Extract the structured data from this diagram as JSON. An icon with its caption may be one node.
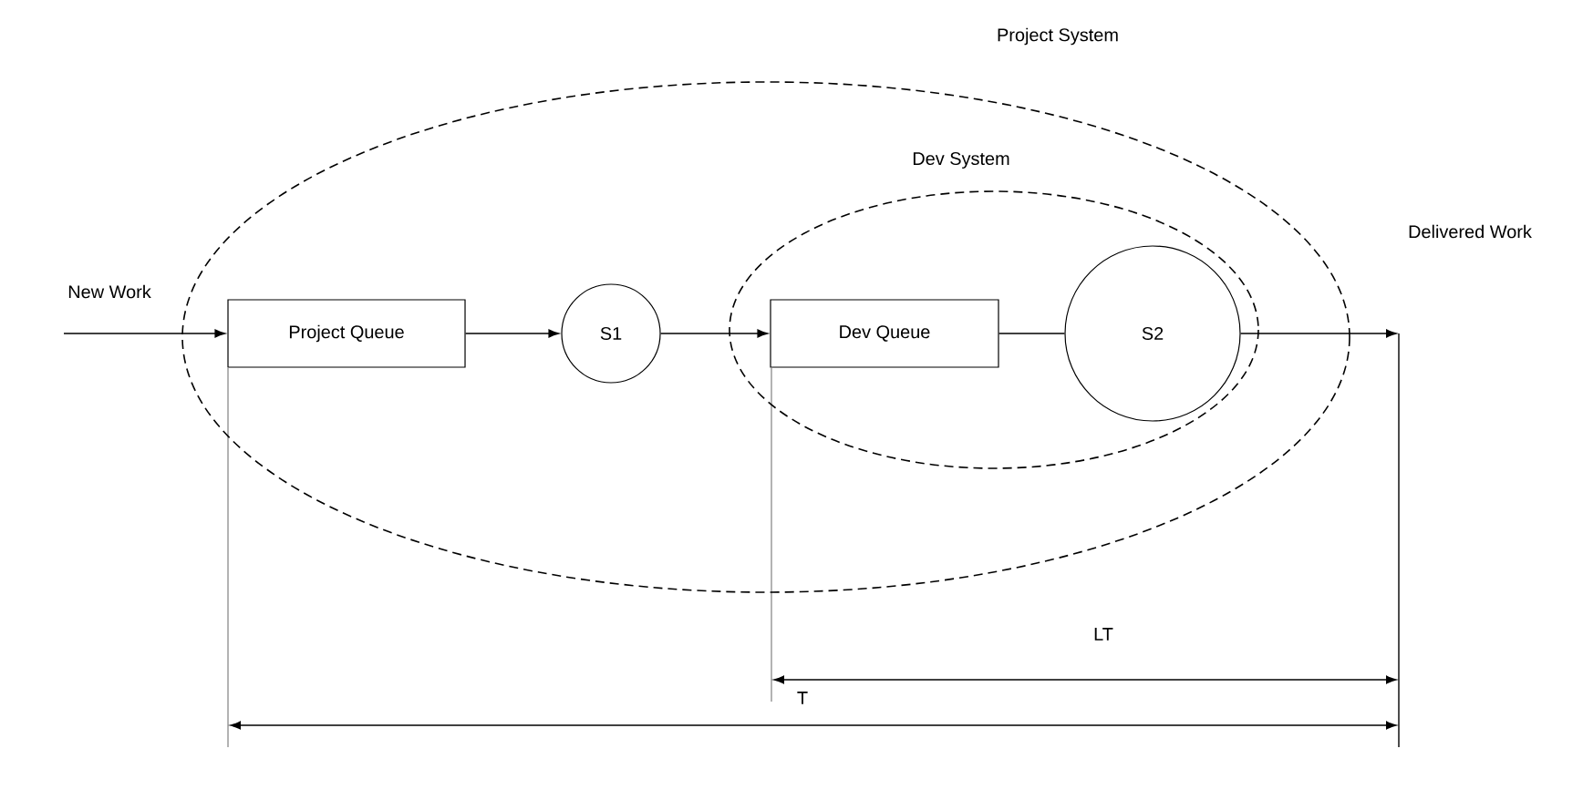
{
  "diagram": {
    "nodes": [
      {
        "text": [
          "Project System"
        ]
      },
      {
        "text": [
          "Dev System"
        ],
        "in": 0
      },
      {
        "text": [
          "Project Queue"
        ],
        "in": 0
      },
      {
        "text": [
          "S1"
        ],
        "in": 0
      },
      {
        "text": [
          "Dev Queue"
        ],
        "in": 1
      },
      {
        "text": [
          "S2"
        ],
        "in": 1
      }
    ],
    "edges": [
      {
        "from": null,
        "to": 2,
        "arrow": "to"
      },
      {
        "from": 2,
        "to": 3,
        "arrow": "to"
      },
      {
        "from": 3,
        "to": 4,
        "arrow": "to"
      },
      {
        "from": 4,
        "to": 5,
        "arrow": "none"
      },
      {
        "from": 5,
        "to": null,
        "arrow": "to"
      }
    ],
    "labels": [
      "New Work",
      "Delivered Work",
      "LT",
      "T"
    ]
  }
}
